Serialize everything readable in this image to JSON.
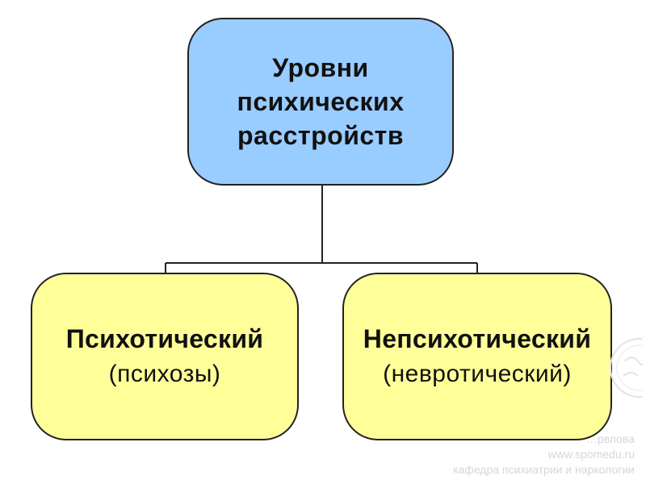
{
  "diagram": {
    "root": {
      "lines": [
        "Уровни",
        "психических",
        "расстройств"
      ],
      "color": "#99ccff"
    },
    "children": [
      {
        "title": "Психотический",
        "subtitle": "(психозы)",
        "color": "#ffff99"
      },
      {
        "title": "Непсихотический",
        "subtitle": "(невротический)",
        "color": "#ffff99"
      }
    ],
    "line_color": "#222222"
  },
  "watermark": {
    "lines": [
      "…рвлова",
      "www.spomedu.ru",
      "кафедра психиатрии и наркологии"
    ]
  }
}
